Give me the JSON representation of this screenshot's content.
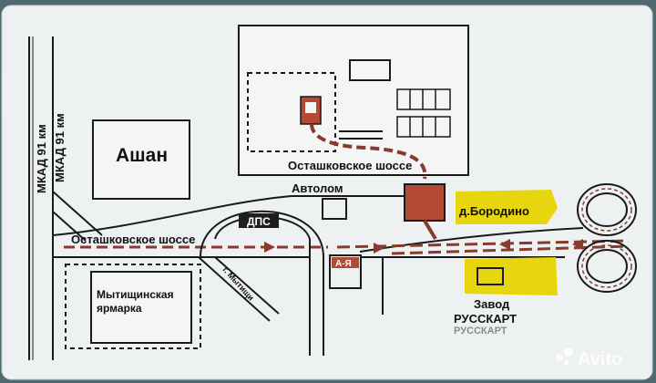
{
  "map": {
    "labels": {
      "mkad1": "МКАД 91 км",
      "mkad2": "МКАД 91 км",
      "ashan": "Ашан",
      "highway_top": "Осташковское шоссе",
      "highway_left": "Осташковское шоссе",
      "avtolom": "Автолом",
      "dps": "ДПС",
      "borodino": "д.Бородино",
      "mytishchi_road": "г. Мытищи",
      "market_line1": "Мытищинская",
      "market_line2": "ярмарка",
      "a_ya": "А-Я",
      "zavod": "Завод",
      "russkart": "РУССКАРТ",
      "russkart_ghost": "РУССКАРТ"
    },
    "watermark": "Avito",
    "colors": {
      "card": "#eef1f1",
      "building_red": "#b34a35",
      "route": "#8a3a2c",
      "highlight_yellow": "#e6d400",
      "dps_box": "#1e1e1e"
    }
  }
}
